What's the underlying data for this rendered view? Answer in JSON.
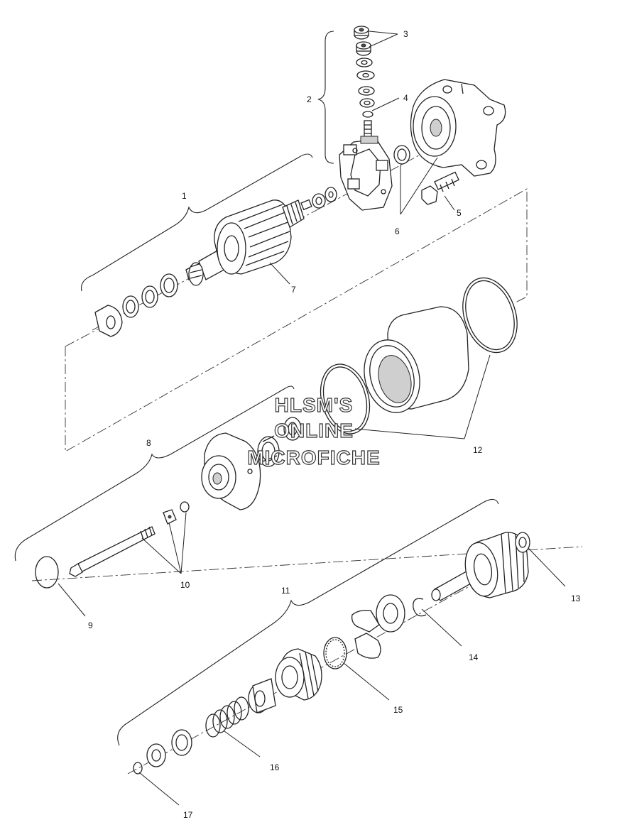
{
  "watermark": {
    "line1": "HLSM'S",
    "line2": "ONLINE",
    "line3": "MICROFICHE"
  },
  "callouts": {
    "c1": "1",
    "c2": "2",
    "c3": "3",
    "c4": "4",
    "c5": "5",
    "c6": "6",
    "c7": "7",
    "c8": "8",
    "c9": "9",
    "c10": "10",
    "c11": "11",
    "c12": "12",
    "c13": "13",
    "c14": "14",
    "c15": "15",
    "c16": "16",
    "c17": "17"
  }
}
